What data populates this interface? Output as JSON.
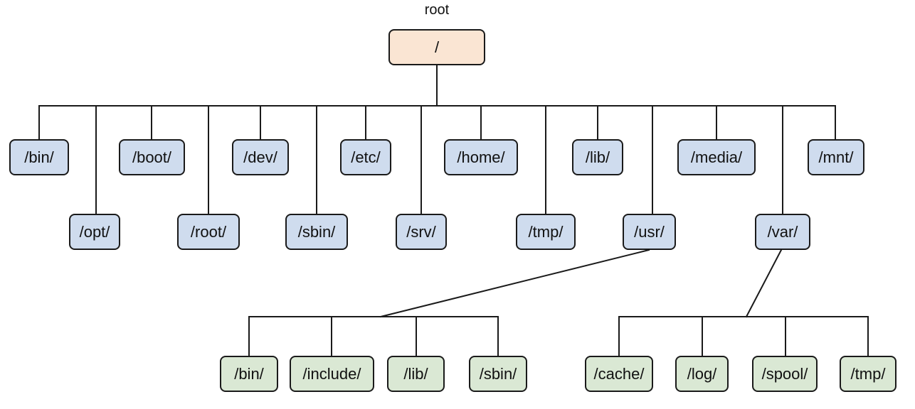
{
  "caption": "root",
  "colors": {
    "root_fill": "#fae5d3",
    "dir_fill": "#cfdcee",
    "sub_fill": "#dae8d4",
    "line": "#1a1a1a"
  },
  "root": {
    "label": "/"
  },
  "top_dirs": [
    {
      "name": "bin",
      "label": "/bin/"
    },
    {
      "name": "opt",
      "label": "/opt/"
    },
    {
      "name": "boot",
      "label": "/boot/"
    },
    {
      "name": "root",
      "label": "/root/"
    },
    {
      "name": "dev",
      "label": "/dev/"
    },
    {
      "name": "sbin",
      "label": "/sbin/"
    },
    {
      "name": "etc",
      "label": "/etc/"
    },
    {
      "name": "srv",
      "label": "/srv/"
    },
    {
      "name": "home",
      "label": "/home/"
    },
    {
      "name": "tmp",
      "label": "/tmp/"
    },
    {
      "name": "lib",
      "label": "/lib/"
    },
    {
      "name": "usr",
      "label": "/usr/"
    },
    {
      "name": "media",
      "label": "/media/"
    },
    {
      "name": "var",
      "label": "/var/"
    },
    {
      "name": "mnt",
      "label": "/mnt/"
    }
  ],
  "usr_children": [
    {
      "name": "usr-bin",
      "label": "/bin/"
    },
    {
      "name": "usr-include",
      "label": "/include/"
    },
    {
      "name": "usr-lib",
      "label": "/lib/"
    },
    {
      "name": "usr-sbin",
      "label": "/sbin/"
    }
  ],
  "var_children": [
    {
      "name": "var-cache",
      "label": "/cache/"
    },
    {
      "name": "var-log",
      "label": "/log/"
    },
    {
      "name": "var-spool",
      "label": "/spool/"
    },
    {
      "name": "var-tmp",
      "label": "/tmp/"
    }
  ]
}
